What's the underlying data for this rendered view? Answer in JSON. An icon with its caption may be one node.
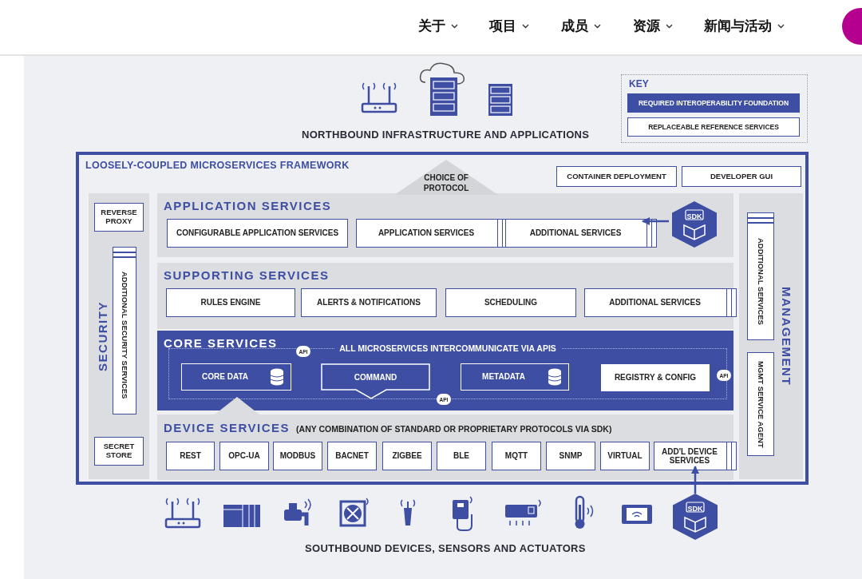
{
  "diagram": {
    "nodes": [
      {
        "text": [
          "LOOSELY-COUPLED MICROSERVICES FRAMEWORK"
        ]
      },
      {
        "text": [
          "CHOICE OF PROTOCOL"
        ],
        "in": 0
      },
      {
        "text": [
          "CONTAINER DEPLOYMENT"
        ],
        "in": 0
      },
      {
        "text": [
          "DEVELOPER GUI"
        ],
        "in": 0
      },
      {
        "text": [
          "SECURITY"
        ],
        "in": 0
      },
      {
        "text": [
          "REVERSE PROXY"
        ],
        "in": 4
      },
      {
        "text": [
          "ADDITIONAL SECURITY SERVICES"
        ],
        "in": 4
      },
      {
        "text": [
          "SECRET STORE"
        ],
        "in": 4
      },
      {
        "text": [
          "APPLICATION SERVICES"
        ],
        "in": 0
      },
      {
        "text": [
          "CONFIGURABLE APPLICATION SERVICES"
        ],
        "in": 8
      },
      {
        "text": [
          "APPLICATION SERVICES"
        ],
        "in": 8
      },
      {
        "text": [
          "ADDITIONAL SERVICES"
        ],
        "in": 8
      },
      {
        "text": [
          "SDK"
        ],
        "in": 8
      },
      {
        "text": [
          "SUPPORTING SERVICES"
        ],
        "in": 0
      },
      {
        "text": [
          "RULES ENGINE"
        ],
        "in": 13
      },
      {
        "text": [
          "ALERTS & NOTIFICATIONS"
        ],
        "in": 13
      },
      {
        "text": [
          "SCHEDULING"
        ],
        "in": 13
      },
      {
        "text": [
          "ADDITIONAL SERVICES"
        ],
        "in": 13
      },
      {
        "text": [
          "CORE SERVICES"
        ],
        "in": 0
      },
      {
        "text": [
          "ALL MICROSERVICES INTERCOMMUNICATE VIA APIS"
        ],
        "in": 18
      },
      {
        "text": [
          "CORE DATA"
        ],
        "in": 19
      },
      {
        "text": [
          "COMMAND"
        ],
        "in": 19
      },
      {
        "text": [
          "METADATA"
        ],
        "in": 19
      },
      {
        "text": [
          "REGISTRY & CONFIG"
        ],
        "in": 19
      },
      {
        "text": [
          "API"
        ],
        "in": 19
      },
      {
        "text": [
          "API"
        ],
        "in": 19
      },
      {
        "text": [
          "API"
        ],
        "in": 19
      },
      {
        "text": [
          "DEVICE SERVICES",
          "(ANY COMBINATION OF STANDARD OR PROPRIETARY PROTOCOLS VIA SDK)"
        ],
        "in": 0
      },
      {
        "text": [
          "REST"
        ],
        "in": 27
      },
      {
        "text": [
          "OPC-UA"
        ],
        "in": 27
      },
      {
        "text": [
          "MODBUS"
        ],
        "in": 27
      },
      {
        "text": [
          "BACNET"
        ],
        "in": 27
      },
      {
        "text": [
          "ZIGBEE"
        ],
        "in": 27
      },
      {
        "text": [
          "BLE"
        ],
        "in": 27
      },
      {
        "text": [
          "MQTT"
        ],
        "in": 27
      },
      {
        "text": [
          "SNMP"
        ],
        "in": 27
      },
      {
        "text": [
          "VIRTUAL"
        ],
        "in": 27
      },
      {
        "text": [
          "ADD'L DEVICE SERVICES"
        ],
        "in": 27
      },
      {
        "text": [
          "MANAGEMENT"
        ],
        "in": 0
      },
      {
        "text": [
          "ADDITIONAL SERVICES"
        ],
        "in": 38
      },
      {
        "text": [
          "MGMT SERVICE AGENT"
        ],
        "in": 38
      },
      {
        "text": [
          "SDK"
        ]
      }
    ],
    "edges": [
      {
        "from": 12,
        "to": 11,
        "arrow": "to"
      },
      {
        "from": 41,
        "to": 37,
        "arrow": "to"
      }
    ],
    "labels": [
      "关于",
      "项目",
      "成员",
      "资源",
      "新闻与活动",
      "NORTHBOUND INFRASTRUCTURE AND APPLICATIONS",
      "KEY",
      "SOUTHBOUND DEVICES, SENSORS AND ACTUATORS"
    ],
    "legend": [
      {
        "text": "REQUIRED INTEROPERABILITY FOUNDATION",
        "color": "#3d4ea3"
      },
      {
        "text": "REPLACEABLE REFERENCE SERVICES",
        "color": "#ffffff"
      }
    ]
  }
}
